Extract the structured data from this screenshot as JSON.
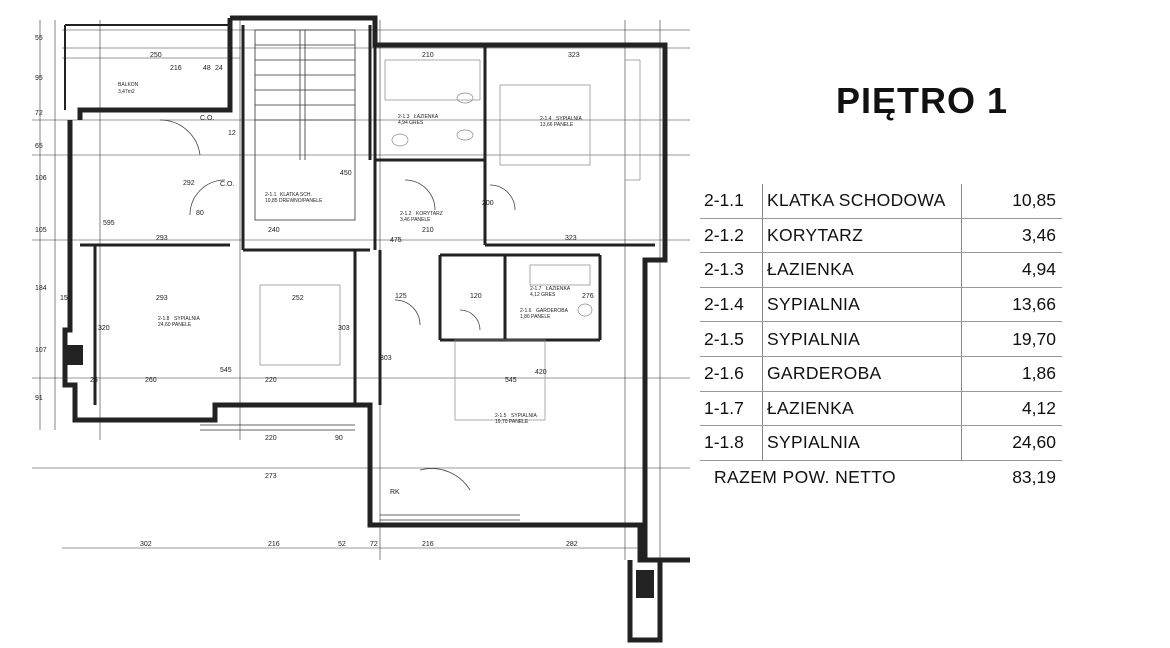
{
  "title": "PIĘTRO 1",
  "rooms": [
    {
      "code": "2-1.1",
      "name": "KLATKA SCHODOWA",
      "area": "10,85"
    },
    {
      "code": "2-1.2",
      "name": "KORYTARZ",
      "area": "3,46"
    },
    {
      "code": "2-1.3",
      "name": "ŁAZIENKA",
      "area": "4,94"
    },
    {
      "code": "2-1.4",
      "name": "SYPIALNIA",
      "area": "13,66"
    },
    {
      "code": "2-1.5",
      "name": "SYPIALNIA",
      "area": "19,70"
    },
    {
      "code": "2-1.6",
      "name": "GARDEROBA",
      "area": "1,86"
    },
    {
      "code": "1-1.7",
      "name": "ŁAZIENKA",
      "area": "4,12"
    },
    {
      "code": "1-1.8",
      "name": "SYPIALNIA",
      "area": "24,60"
    }
  ],
  "total": {
    "label": "RAZEM POW. NETTO",
    "area": "83,19"
  },
  "plan": {
    "balcony": {
      "name": "BALKON",
      "area": "3,47m2"
    },
    "room_tags": [
      {
        "code": "2-1.1",
        "name": "KLATKA SCH.",
        "finish": "10,85 DREWNO/PANELE"
      },
      {
        "code": "2-1.2",
        "name": "KORYTARZ",
        "finish": "3,46 PANELE"
      },
      {
        "code": "2-1.3",
        "name": "ŁAZIENKA",
        "finish": "4,94 GRES"
      },
      {
        "code": "2-1.4",
        "name": "SYPIALNIA",
        "finish": "13,66 PANELE"
      },
      {
        "code": "2-1.5",
        "name": "SYPIALNIA",
        "finish": "19,70 PANELE"
      },
      {
        "code": "2-1.6",
        "name": "GARDEROBA",
        "finish": "1,86 PANELE"
      },
      {
        "code": "2-1.7",
        "name": "ŁAZIENKA",
        "finish": "4,12 GRES"
      },
      {
        "code": "2-1.8",
        "name": "SYPIALNIA",
        "finish": "24,60 PANELE"
      }
    ],
    "dimensions": {
      "top": [
        "250",
        "210",
        "323",
        "216",
        "48",
        "24"
      ],
      "bottom": [
        "302",
        "216",
        "52",
        "72",
        "216",
        "282"
      ],
      "left": [
        "55",
        "95",
        "72",
        "65",
        "106",
        "105",
        "184",
        "107",
        "91"
      ],
      "interior": [
        "293",
        "293",
        "252",
        "545",
        "220",
        "260",
        "25",
        "240",
        "475",
        "323",
        "210",
        "420",
        "545",
        "125",
        "276",
        "273",
        "220",
        "200",
        "80",
        "120",
        "90",
        "450",
        "292",
        "595",
        "303",
        "320",
        "303",
        "12",
        "15"
      ],
      "chimney": "C.O.",
      "stairs": "RK"
    }
  }
}
